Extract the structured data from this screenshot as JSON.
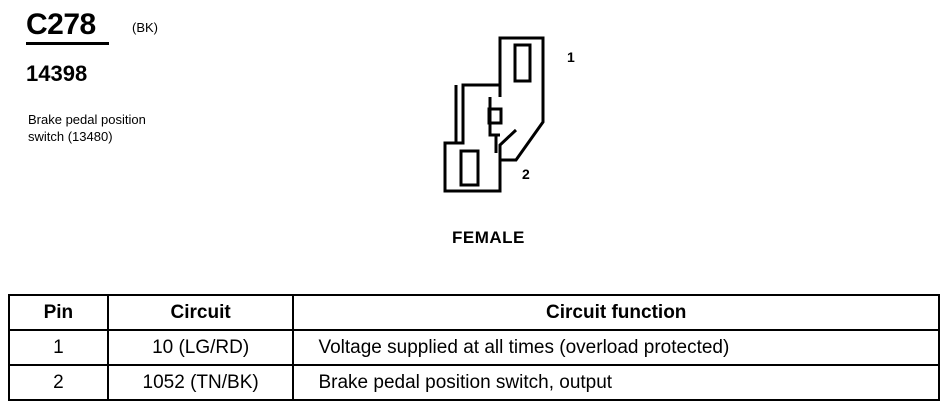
{
  "connector": {
    "id": "C278",
    "color_code": "(BK)",
    "harness_number": "14398",
    "component_line1": "Brake pedal position",
    "component_line2": "switch (13480)"
  },
  "face_view": {
    "pin_labels": [
      "1",
      "2"
    ],
    "view_label": "FEMALE"
  },
  "table": {
    "headers": [
      "Pin",
      "Circuit",
      "Circuit function"
    ],
    "rows": [
      {
        "pin": "1",
        "circuit": "10 (LG/RD)",
        "function": "Voltage supplied at all times (overload protected)"
      },
      {
        "pin": "2",
        "circuit": "1052 (TN/BK)",
        "function": "Brake pedal position switch, output"
      }
    ]
  }
}
